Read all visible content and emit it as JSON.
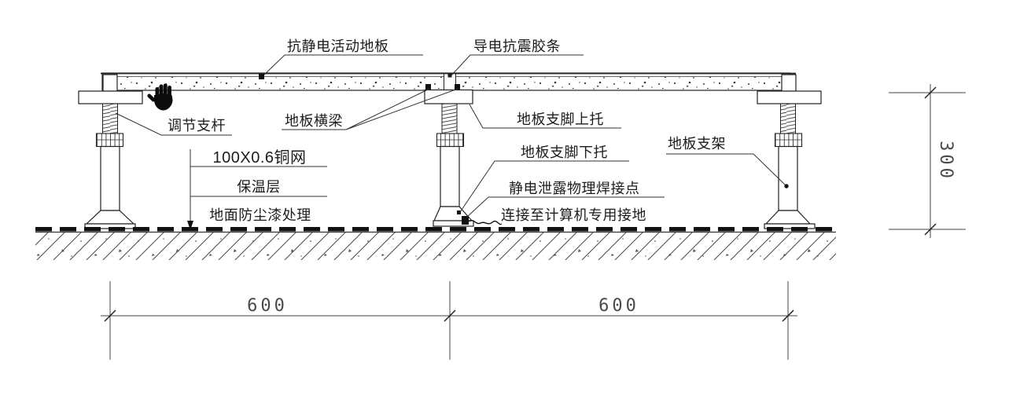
{
  "drawing": {
    "type": "construction-detail-section",
    "subject": "anti-static raised floor installation detail",
    "callouts": {
      "antistatic_panel": "抗静电活动地板",
      "conductive_strip": "导电抗震胶条",
      "adjustable_rod": "调节支杆",
      "floor_beam": "地板横梁",
      "upper_bracket": "地板支脚上托",
      "lower_bracket": "地板支脚下托",
      "copper_mesh": "100X0.6铜网",
      "insulation_layer": "保温层",
      "dust_paint": "地面防尘漆处理",
      "weld_point": "静电泄露物理焊接点",
      "ground_connection": "连接至计算机专用接地",
      "floor_support": "地板支架"
    },
    "dimensions": {
      "bay_left": "600",
      "bay_right": "600",
      "height": "300"
    },
    "colors": {
      "line": "#2f2f2f",
      "text": "#1c1c1c",
      "background": "#ffffff"
    },
    "cursor": "hand-grab-cursor"
  }
}
